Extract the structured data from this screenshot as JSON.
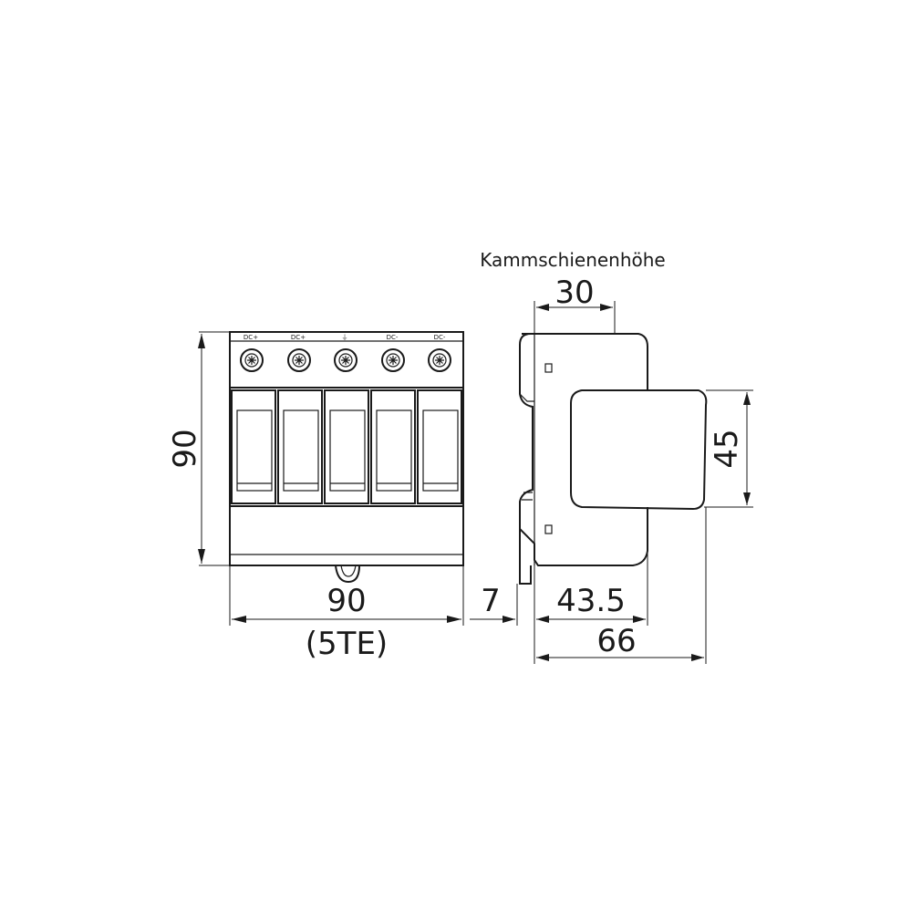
{
  "front_view": {
    "terminals": [
      {
        "label": "DC+"
      },
      {
        "label": "DC+"
      },
      {
        "label": "⏚"
      },
      {
        "label": "DC-"
      },
      {
        "label": "DC-"
      }
    ],
    "height_dim": "90",
    "width_dim": "90",
    "width_units": "(5TE)"
  },
  "side_view": {
    "busbar_label": "Kammschienenhöhe",
    "busbar_dim": "30",
    "cover_height_dim": "45",
    "rail_dim": "7",
    "body_depth_dim": "43.5",
    "total_depth_dim": "66"
  }
}
